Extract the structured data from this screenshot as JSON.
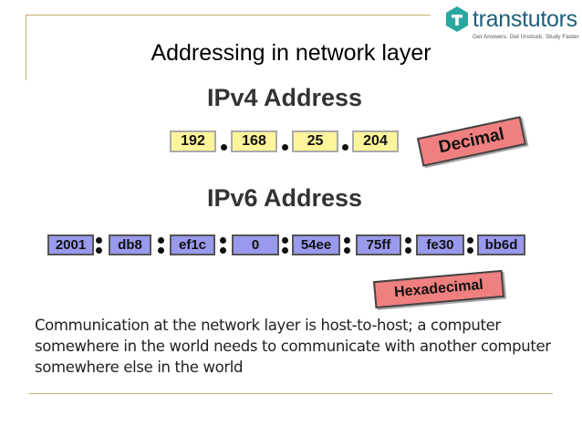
{
  "header": {
    "brand_name": "transtutors",
    "brand_tagline": "Get Answers. Get Unstuck. Study Faster",
    "title": "Addressing in network layer"
  },
  "ipv4": {
    "heading": "IPv4 Address",
    "parts": [
      "192",
      "168",
      "25",
      "204"
    ],
    "notation_label": "Decimal"
  },
  "ipv6": {
    "heading": "IPv6 Address",
    "parts": [
      "2001",
      "db8",
      "ef1c",
      "0",
      "54ee",
      "75ff",
      "fe30",
      "bb6d"
    ],
    "notation_label": "Hexadecimal"
  },
  "description": "Communication at the network layer is host-to-host; a computer somewhere in the world needs to communicate with another computer somewhere else in the world",
  "colors": {
    "ipv4_box": "#fef59a",
    "ipv6_box": "#9999ee",
    "label_tag": "#f07f7f",
    "brand": "#1f5f7a"
  }
}
